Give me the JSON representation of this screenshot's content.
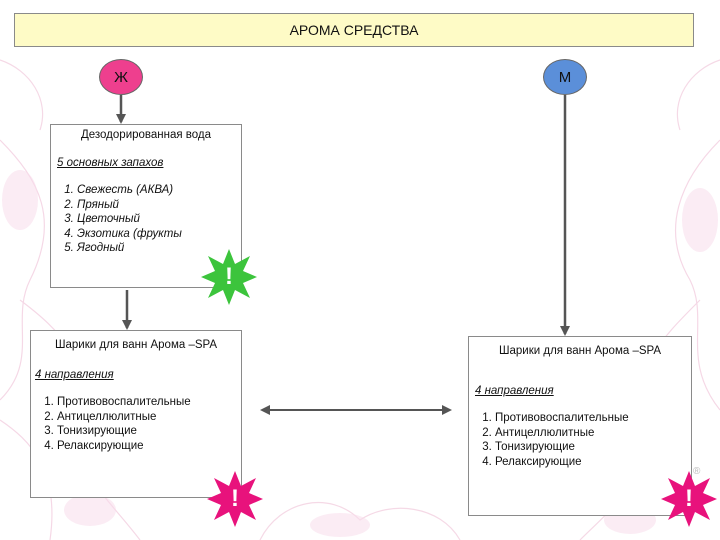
{
  "title": "АРОМА СРЕДСТВА",
  "female_label": "Ж",
  "male_label": "М",
  "colors": {
    "female": "#ee3f8e",
    "male": "#5b8fd9",
    "alert_green": "#3cc43c",
    "alert_pink": "#e8127c",
    "title_bg": "#fefbc6"
  },
  "box1": {
    "heading": "Дезодорированная вода",
    "subheading": "5 основных запахов",
    "items": [
      "Свежесть (АКВА)",
      "Пряный",
      "Цветочный",
      "Экзотика (фрукты",
      "Ягодный"
    ]
  },
  "box2": {
    "heading": "Шарики для ванн Арома –SPA",
    "subheading": "4 направления",
    "items": [
      "Противовоспалительные",
      "Антицеллюлитные",
      "Тонизирующие",
      "Релаксирующие"
    ]
  },
  "box3": {
    "heading": "Шарики для ванн Арома –SPA",
    "subheading": "4 направления",
    "items": [
      "Противовоспалительные",
      "Антицеллюлитные",
      "Тонизирующие",
      "Релаксирующие"
    ]
  },
  "alert_mark": "!",
  "registered_mark": "®"
}
